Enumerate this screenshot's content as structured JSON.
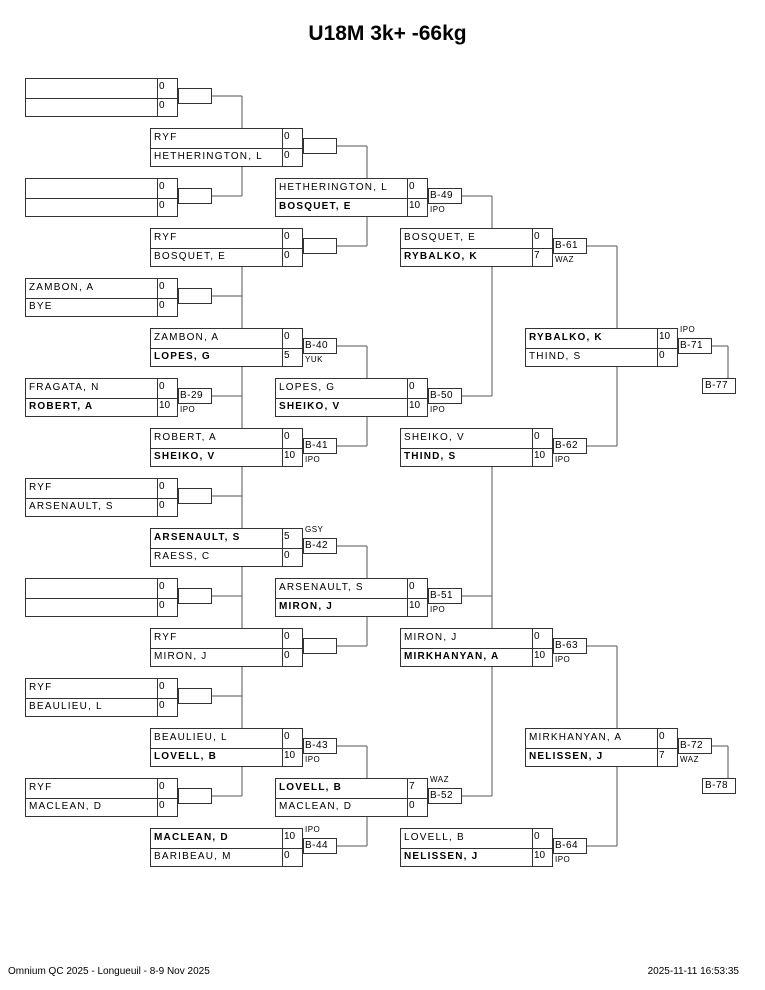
{
  "title": "U18M 3k+ -66kg",
  "footer": {
    "event": "Omnium QC 2025 - Longueuil - 8-9 Nov 2025",
    "timestamp": "2025-11-11 16:53:35"
  },
  "matches": [
    {
      "id": "r1m1",
      "round": 1,
      "slot": 0,
      "label": "",
      "result": "",
      "p1": {
        "name": "",
        "score": "0",
        "win": false
      },
      "p2": {
        "name": "",
        "score": "0",
        "win": false
      }
    },
    {
      "id": "r1m2",
      "round": 1,
      "slot": 1,
      "label": "",
      "result": "",
      "p1": {
        "name": "",
        "score": "0",
        "win": false
      },
      "p2": {
        "name": "",
        "score": "0",
        "win": false
      }
    },
    {
      "id": "r1m3",
      "round": 1,
      "slot": 2,
      "label": "",
      "result": "",
      "p1": {
        "name": "ZAMBON, A",
        "score": "0",
        "win": false
      },
      "p2": {
        "name": "BYE",
        "score": "0",
        "win": false
      }
    },
    {
      "id": "r1m4",
      "round": 1,
      "slot": 3,
      "label": "B-29",
      "result": "IPO",
      "p1": {
        "name": "FRAGATA, N",
        "score": "0",
        "win": false
      },
      "p2": {
        "name": "ROBERT, A",
        "score": "10",
        "win": true
      }
    },
    {
      "id": "r1m5",
      "round": 1,
      "slot": 4,
      "label": "",
      "result": "",
      "p1": {
        "name": "RYF",
        "score": "0",
        "win": false
      },
      "p2": {
        "name": "ARSENAULT, S",
        "score": "0",
        "win": false
      }
    },
    {
      "id": "r1m6",
      "round": 1,
      "slot": 5,
      "label": "",
      "result": "",
      "p1": {
        "name": "",
        "score": "0",
        "win": false
      },
      "p2": {
        "name": "",
        "score": "0",
        "win": false
      }
    },
    {
      "id": "r1m7",
      "round": 1,
      "slot": 6,
      "label": "",
      "result": "",
      "p1": {
        "name": "RYF",
        "score": "0",
        "win": false
      },
      "p2": {
        "name": "BEAULIEU, L",
        "score": "0",
        "win": false
      }
    },
    {
      "id": "r1m8",
      "round": 1,
      "slot": 7,
      "label": "",
      "result": "",
      "p1": {
        "name": "RYF",
        "score": "0",
        "win": false
      },
      "p2": {
        "name": "MACLEAN, D",
        "score": "0",
        "win": false
      }
    },
    {
      "id": "r2m1",
      "round": 2,
      "slot": 0,
      "label": "",
      "result": "",
      "p1": {
        "name": "RYF",
        "score": "0",
        "win": false
      },
      "p2": {
        "name": "HETHERINGTON, L",
        "score": "0",
        "win": false
      }
    },
    {
      "id": "r2m2",
      "round": 2,
      "slot": 1,
      "label": "",
      "result": "",
      "p1": {
        "name": "RYF",
        "score": "0",
        "win": false
      },
      "p2": {
        "name": "BOSQUET, E",
        "score": "0",
        "win": false
      }
    },
    {
      "id": "r2m3",
      "round": 2,
      "slot": 2,
      "label": "B-40",
      "result": "YUK",
      "p1": {
        "name": "ZAMBON, A",
        "score": "0",
        "win": false
      },
      "p2": {
        "name": "LOPES, G",
        "score": "5",
        "win": true
      }
    },
    {
      "id": "r2m4",
      "round": 2,
      "slot": 3,
      "label": "B-41",
      "result": "IPO",
      "p1": {
        "name": "ROBERT, A",
        "score": "0",
        "win": false
      },
      "p2": {
        "name": "SHEIKO, V",
        "score": "10",
        "win": true
      }
    },
    {
      "id": "r2m5",
      "round": 2,
      "slot": 4,
      "label": "B-42",
      "result": "GSY",
      "resultTop": true,
      "p1": {
        "name": "ARSENAULT, S",
        "score": "5",
        "win": true
      },
      "p2": {
        "name": "RAESS, C",
        "score": "0",
        "win": false
      }
    },
    {
      "id": "r2m6",
      "round": 2,
      "slot": 5,
      "label": "",
      "result": "",
      "p1": {
        "name": "RYF",
        "score": "0",
        "win": false
      },
      "p2": {
        "name": "MIRON, J",
        "score": "0",
        "win": false
      }
    },
    {
      "id": "r2m7",
      "round": 2,
      "slot": 6,
      "label": "B-43",
      "result": "IPO",
      "p1": {
        "name": "BEAULIEU, L",
        "score": "0",
        "win": false
      },
      "p2": {
        "name": "LOVELL, B",
        "score": "10",
        "win": true
      }
    },
    {
      "id": "r2m8",
      "round": 2,
      "slot": 7,
      "label": "B-44",
      "result": "IPO",
      "resultTop": true,
      "p1": {
        "name": "MACLEAN, D",
        "score": "10",
        "win": true
      },
      "p2": {
        "name": "BARIBEAU, M",
        "score": "0",
        "win": false
      }
    },
    {
      "id": "r3m1",
      "round": 3,
      "slot": 0,
      "label": "B-49",
      "result": "IPO",
      "p1": {
        "name": "HETHERINGTON, L",
        "score": "0",
        "win": false
      },
      "p2": {
        "name": "BOSQUET, E",
        "score": "10",
        "win": true
      }
    },
    {
      "id": "r3m2",
      "round": 3,
      "slot": 1,
      "label": "B-50",
      "result": "IPO",
      "p1": {
        "name": "LOPES, G",
        "score": "0",
        "win": false
      },
      "p2": {
        "name": "SHEIKO, V",
        "score": "10",
        "win": true
      }
    },
    {
      "id": "r3m3",
      "round": 3,
      "slot": 2,
      "label": "B-51",
      "result": "IPO",
      "p1": {
        "name": "ARSENAULT, S",
        "score": "0",
        "win": false
      },
      "p2": {
        "name": "MIRON, J",
        "score": "10",
        "win": true
      }
    },
    {
      "id": "r3m4",
      "round": 3,
      "slot": 3,
      "label": "B-52",
      "result": "WAZ",
      "resultTop": true,
      "p1": {
        "name": "LOVELL, B",
        "score": "7",
        "win": true
      },
      "p2": {
        "name": "MACLEAN, D",
        "score": "0",
        "win": false
      }
    },
    {
      "id": "r4m1",
      "round": 4,
      "slot": 0,
      "label": "B-61",
      "result": "WAZ",
      "p1": {
        "name": "BOSQUET, E",
        "score": "0",
        "win": false
      },
      "p2": {
        "name": "RYBALKO, K",
        "score": "7",
        "win": true
      }
    },
    {
      "id": "r4m2",
      "round": 4,
      "slot": 1,
      "label": "B-62",
      "result": "IPO",
      "p1": {
        "name": "SHEIKO, V",
        "score": "0",
        "win": false
      },
      "p2": {
        "name": "THIND, S",
        "score": "10",
        "win": true
      }
    },
    {
      "id": "r4m3",
      "round": 4,
      "slot": 2,
      "label": "B-63",
      "result": "IPO",
      "p1": {
        "name": "MIRON, J",
        "score": "0",
        "win": false
      },
      "p2": {
        "name": "MIRKHANYAN, A",
        "score": "10",
        "win": true
      }
    },
    {
      "id": "r4m4",
      "round": 4,
      "slot": 3,
      "label": "B-64",
      "result": "IPO",
      "p1": {
        "name": "LOVELL, B",
        "score": "0",
        "win": false
      },
      "p2": {
        "name": "NELISSEN, J",
        "score": "10",
        "win": true
      }
    },
    {
      "id": "r5m1",
      "round": 5,
      "slot": 0,
      "label": "B-71",
      "result": "IPO",
      "resultTop": true,
      "next": "B-77",
      "p1": {
        "name": "RYBALKO, K",
        "score": "10",
        "win": true
      },
      "p2": {
        "name": "THIND, S",
        "score": "0",
        "win": false
      }
    },
    {
      "id": "r5m2",
      "round": 5,
      "slot": 1,
      "label": "B-72",
      "result": "WAZ",
      "next": "B-78",
      "p1": {
        "name": "MIRKHANYAN, A",
        "score": "0",
        "win": false
      },
      "p2": {
        "name": "NELISSEN, J",
        "score": "7",
        "win": true
      }
    }
  ]
}
